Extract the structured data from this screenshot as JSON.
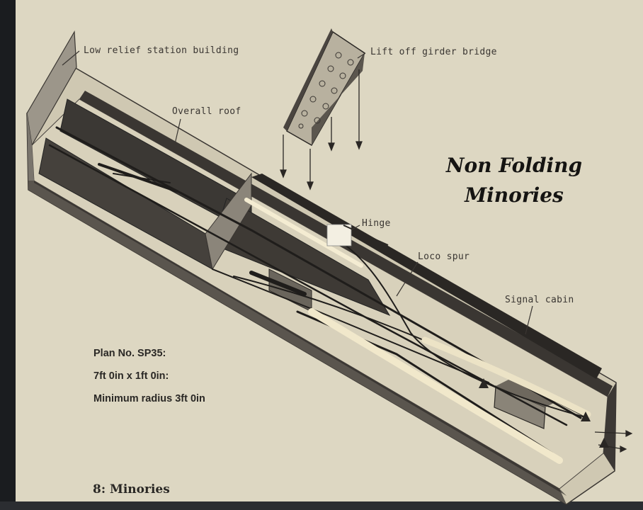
{
  "title": {
    "line1": "Non Folding",
    "line2": "Minories"
  },
  "labels": {
    "station_building": "Low relief station building",
    "girder_bridge": "Lift off girder bridge",
    "overall_roof": "Overall roof",
    "hinge": "Hinge",
    "loco_spur": "Loco spur",
    "signal_cabin": "Signal cabin"
  },
  "plan_info": {
    "plan_no": "Plan No. SP35:",
    "size": "7ft 0in x 1ft 0in:",
    "radius": "Minimum radius 3ft 0in"
  },
  "caption": "8: Minories",
  "colors": {
    "paper": "#ddd7c2",
    "ink": "#2b2926",
    "dark_panel": "#36332f",
    "highlight": "#f4ecd2"
  }
}
